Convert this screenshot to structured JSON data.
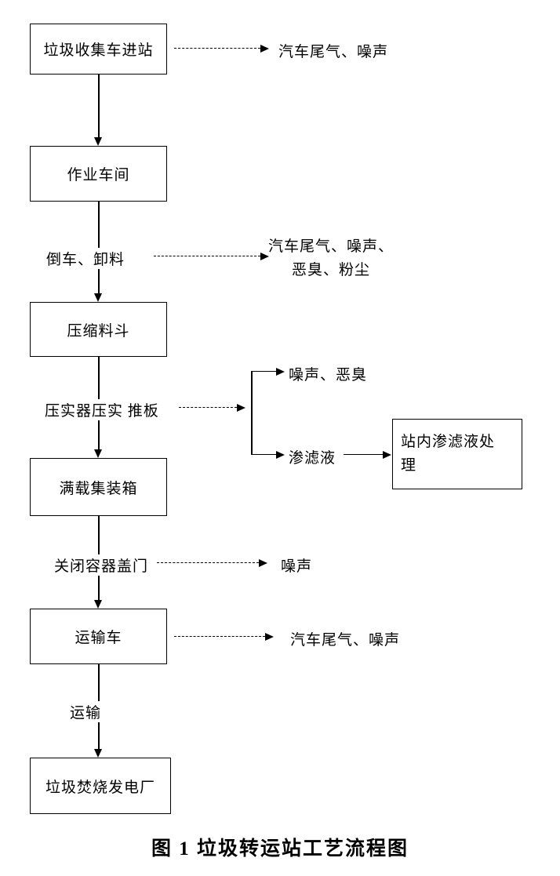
{
  "title": "图 1  垃圾转运站工艺流程图",
  "flow": {
    "station_entry": "垃圾收集车进站",
    "workshop": "作业车间",
    "hopper": "压缩料斗",
    "full_container": "满载集装箱",
    "transport_truck": "运输车",
    "incineration_plant": "垃圾焚烧发电厂",
    "leachate_treatment": "站内渗滤液处\n理"
  },
  "steps": {
    "unload": "倒车、卸料",
    "compact": "压实器压实 推板",
    "close_lid": "关闭容器盖门",
    "transport": "运输"
  },
  "emissions": {
    "entry": "汽车尾气、噪声",
    "unload": "汽车尾气、噪声、\n恶臭、粉尘",
    "compact_air": "噪声、恶臭",
    "leachate": "渗滤液",
    "close_lid": "噪声",
    "truck": "汽车尾气、噪声"
  }
}
